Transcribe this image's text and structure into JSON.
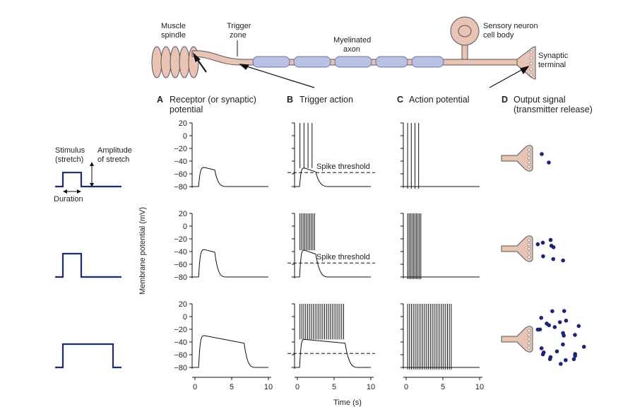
{
  "neuron": {
    "muscle_spindle": [
      "Muscle",
      "spindle"
    ],
    "trigger_zone": [
      "Trigger",
      "zone"
    ],
    "myelinated_axon": [
      "Myelinated",
      "axon"
    ],
    "cell_body": [
      "Sensory neuron",
      "cell body"
    ],
    "synaptic_terminal": [
      "Synaptic",
      "terminal"
    ]
  },
  "panels": {
    "A": {
      "letter": "A",
      "title": [
        "Receptor (or synaptic)",
        "potential"
      ]
    },
    "B": {
      "letter": "B",
      "title": [
        "Trigger action"
      ]
    },
    "C": {
      "letter": "C",
      "title": [
        "Action potential"
      ]
    },
    "D": {
      "letter": "D",
      "title": [
        "Output signal",
        "(transmitter release)"
      ]
    }
  },
  "stimulus": {
    "title": [
      "Stimulus",
      "(stretch)"
    ],
    "amplitude": [
      "Amplitude",
      "of stretch"
    ],
    "duration": "Duration"
  },
  "spike_threshold_label": "Spike threshold",
  "spike_threshold_mV": -58,
  "y_axis_label": "Membrane potential (mV)",
  "x_axis_label": "Time (s)",
  "y_ticks": [
    "20",
    "0",
    "−20",
    "−40",
    "−60",
    "−80"
  ],
  "x_ticks": [
    "0",
    "5",
    "10"
  ],
  "rows": [
    {
      "stimulus_level": 0.45,
      "receptor_peak_mV": -50,
      "spike_count": 4,
      "transmitter_dots": 2
    },
    {
      "stimulus_level": 0.75,
      "receptor_peak_mV": -37,
      "spike_count": 10,
      "transmitter_dots": 8
    },
    {
      "stimulus_level": 0.75,
      "receptor_peak_mV": -30,
      "spike_count": 24,
      "transmitter_dots": 27
    }
  ],
  "colors": {
    "neuron": "#e9c4b4",
    "myelin": "#b9c2e3",
    "stimulus": "#1a2a7a",
    "transmitter": "#1a237e"
  }
}
